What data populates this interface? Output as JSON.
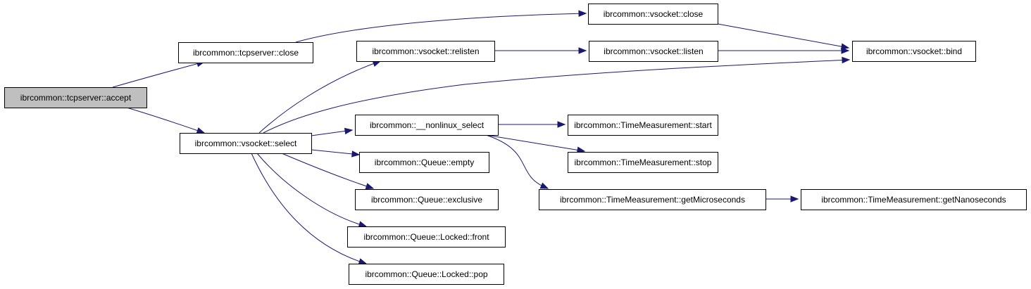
{
  "diagram": {
    "type": "call-graph",
    "root": "accept",
    "colors": {
      "edge": "#191970",
      "root_fill": "#bfbfbf",
      "node_fill": "#ffffff",
      "border": "#000000"
    },
    "nodes": [
      {
        "id": "accept",
        "label": "ibrcommon::tcpserver::accept",
        "root": true
      },
      {
        "id": "tcp_close",
        "label": "ibrcommon::tcpserver::close"
      },
      {
        "id": "vs_select",
        "label": "ibrcommon::vsocket::select"
      },
      {
        "id": "vs_close",
        "label": "ibrcommon::vsocket::close"
      },
      {
        "id": "vs_relisten",
        "label": "ibrcommon::vsocket::relisten"
      },
      {
        "id": "vs_listen",
        "label": "ibrcommon::vsocket::listen"
      },
      {
        "id": "vs_bind",
        "label": "ibrcommon::vsocket::bind"
      },
      {
        "id": "nonlinux_select",
        "label": "ibrcommon::__nonlinux_select"
      },
      {
        "id": "tm_start",
        "label": "ibrcommon::TimeMeasurement::start"
      },
      {
        "id": "tm_stop",
        "label": "ibrcommon::TimeMeasurement::stop"
      },
      {
        "id": "tm_micro",
        "label": "ibrcommon::TimeMeasurement::getMicroseconds"
      },
      {
        "id": "tm_nano",
        "label": "ibrcommon::TimeMeasurement::getNanoseconds"
      },
      {
        "id": "q_empty",
        "label": "ibrcommon::Queue::empty"
      },
      {
        "id": "q_exclusive",
        "label": "ibrcommon::Queue::exclusive"
      },
      {
        "id": "q_front",
        "label": "ibrcommon::Queue::Locked::front"
      },
      {
        "id": "q_pop",
        "label": "ibrcommon::Queue::Locked::pop"
      }
    ],
    "edges": [
      {
        "from": "accept",
        "to": "tcp_close"
      },
      {
        "from": "accept",
        "to": "vs_select"
      },
      {
        "from": "tcp_close",
        "to": "vs_close"
      },
      {
        "from": "vs_close",
        "to": "vs_bind"
      },
      {
        "from": "vs_select",
        "to": "vs_relisten"
      },
      {
        "from": "vs_relisten",
        "to": "vs_listen"
      },
      {
        "from": "vs_listen",
        "to": "vs_bind"
      },
      {
        "from": "vs_select",
        "to": "vs_bind"
      },
      {
        "from": "vs_select",
        "to": "nonlinux_select"
      },
      {
        "from": "vs_select",
        "to": "q_empty"
      },
      {
        "from": "vs_select",
        "to": "q_exclusive"
      },
      {
        "from": "vs_select",
        "to": "q_front"
      },
      {
        "from": "vs_select",
        "to": "q_pop"
      },
      {
        "from": "nonlinux_select",
        "to": "tm_start"
      },
      {
        "from": "nonlinux_select",
        "to": "tm_stop"
      },
      {
        "from": "nonlinux_select",
        "to": "tm_micro"
      },
      {
        "from": "tm_micro",
        "to": "tm_nano"
      }
    ]
  }
}
